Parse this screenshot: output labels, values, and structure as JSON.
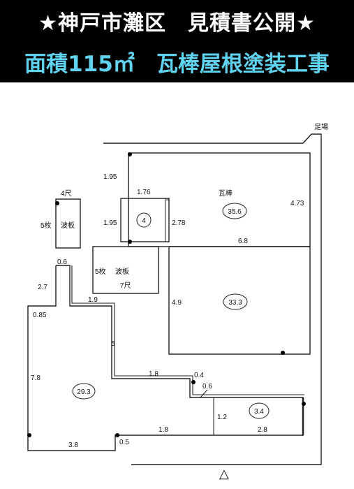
{
  "header": {
    "line1": "★神戸市灘区　見積書公開★",
    "line2": "面積115㎡　瓦棒屋根塗装工事",
    "line2_color": "#5fd3f0"
  },
  "diagram": {
    "ashiba_label": "足場",
    "kawara_label": "瓦棒",
    "namiita_label": "波板",
    "yon_shaku": "4尺",
    "nana_shaku": "7尺",
    "gomai": "5枚",
    "gomai2": "5枚",
    "areas": {
      "a1": "35.6",
      "a2": "33.3",
      "a3": "29.3",
      "a4": "3.4",
      "a5": "4"
    },
    "dims": {
      "d_1_95_top": "1.95",
      "d_1_76": "1.76",
      "d_1_95_mid": "1.95",
      "d_2_78": "2.78",
      "d_4_73": "4.73",
      "d_6_8": "6.8",
      "d_4_9": "4.9",
      "d_0_6_top": "0.6",
      "d_2_7": "2.7",
      "d_1_9": "1.9",
      "d_0_85": "0.85",
      "d_5": "5",
      "d_7_8": "7.8",
      "d_1_8_mid": "1.8",
      "d_0_4": "0.4",
      "d_0_6_mid": "0.6",
      "d_1_2": "1.2",
      "d_2_8": "2.8",
      "d_1_8_bot": "1.8",
      "d_3_8": "3.8",
      "d_0_5": "0.5"
    },
    "front_mark": "△"
  }
}
